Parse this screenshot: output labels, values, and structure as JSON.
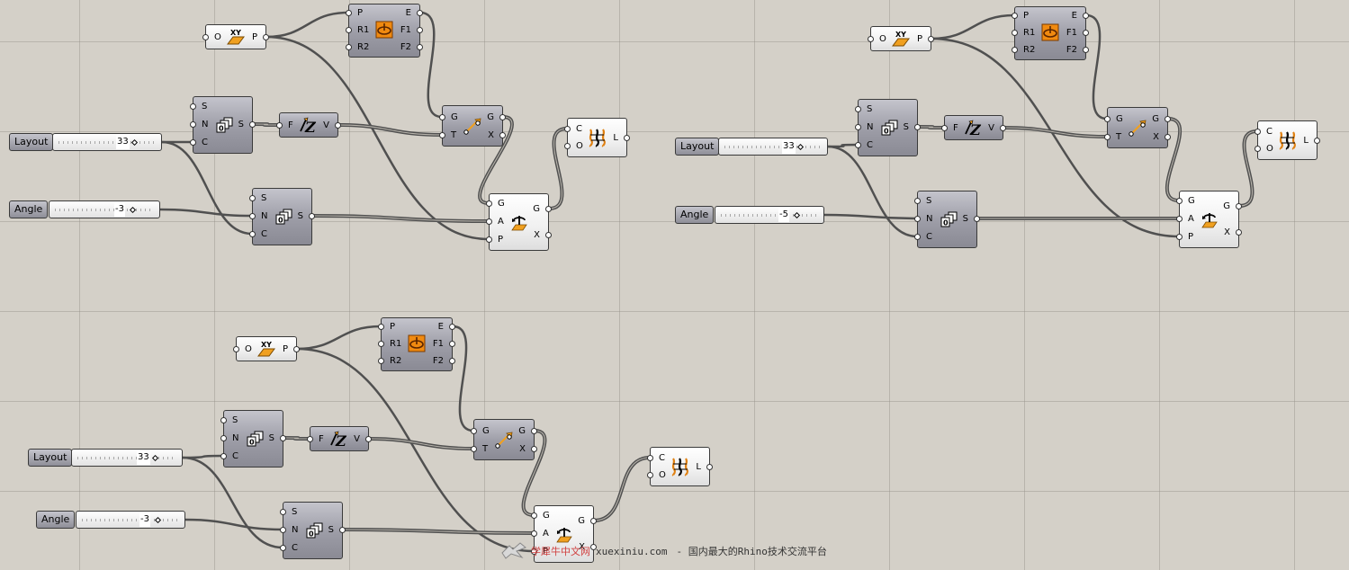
{
  "sliders": {
    "g1_layout": {
      "label": "Layout",
      "value": "33"
    },
    "g1_angle": {
      "label": "Angle",
      "value": "-3"
    },
    "g2_layout": {
      "label": "Layout",
      "value": "33"
    },
    "g2_angle": {
      "label": "Angle",
      "value": "-5"
    },
    "g3_layout": {
      "label": "Layout",
      "value": "33"
    },
    "g3_angle": {
      "label": "Angle",
      "value": "-3"
    }
  },
  "components": {
    "xy_plane": {
      "inputs": [
        "O"
      ],
      "outputs": [
        "P"
      ],
      "icon": "xy-plane-icon"
    },
    "circle": {
      "inputs": [
        "P",
        "R1",
        "R2"
      ],
      "outputs": [
        "E",
        "F1",
        "F2"
      ],
      "icon": "ellipse-icon"
    },
    "series": {
      "inputs": [
        "S",
        "N",
        "C"
      ],
      "outputs": [
        "S"
      ],
      "icon": "series-icon"
    },
    "unit_z": {
      "inputs": [
        "F"
      ],
      "outputs": [
        "V"
      ],
      "icon": "unit-z-icon"
    },
    "move": {
      "inputs": [
        "G",
        "T"
      ],
      "outputs": [
        "G",
        "X"
      ],
      "icon": "move-icon"
    },
    "rotate": {
      "inputs": [
        "G",
        "A",
        "P"
      ],
      "outputs": [
        "G",
        "X"
      ],
      "icon": "rotate-icon"
    },
    "loft": {
      "inputs": [
        "C",
        "O"
      ],
      "outputs": [
        "L"
      ],
      "icon": "loft-icon"
    }
  },
  "watermark": {
    "brand": "学犀牛中文网",
    "url": "xuexiniu.com",
    "tagline": "- 国内最大的Rhino技术交流平台"
  },
  "colors": {
    "canvas": "#d4d0c8",
    "grid": "#96928a",
    "component_grey": "#9c9ca6",
    "component_white": "#f0f0f0",
    "wire": "#505050",
    "icon_orange": "#f0a020",
    "watermark_brand": "#d04040"
  }
}
